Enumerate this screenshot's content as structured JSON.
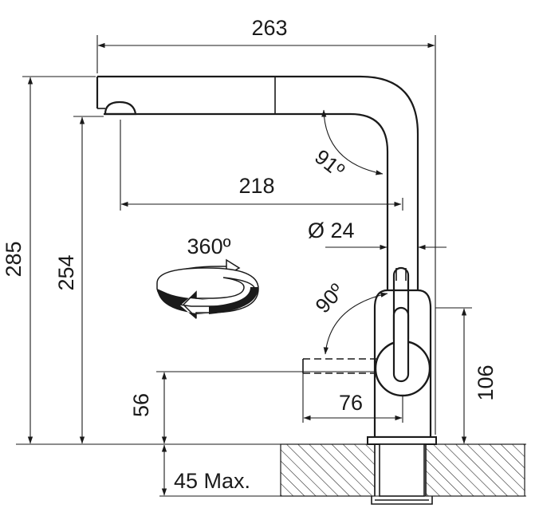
{
  "dimensions": {
    "total_width": "263",
    "spout_reach": "218",
    "total_height": "285",
    "spout_height": "254",
    "body_height": "106",
    "lever_height": "56",
    "lever_reach": "76",
    "max_counter_thickness": "45 Max.",
    "diameter": "Ø 24"
  },
  "angles": {
    "spout_swivel": "360º",
    "spout_bend": "91º",
    "lever_rotation": "90º"
  },
  "colors": {
    "line": "#1a1a1a",
    "background": "#ffffff"
  }
}
